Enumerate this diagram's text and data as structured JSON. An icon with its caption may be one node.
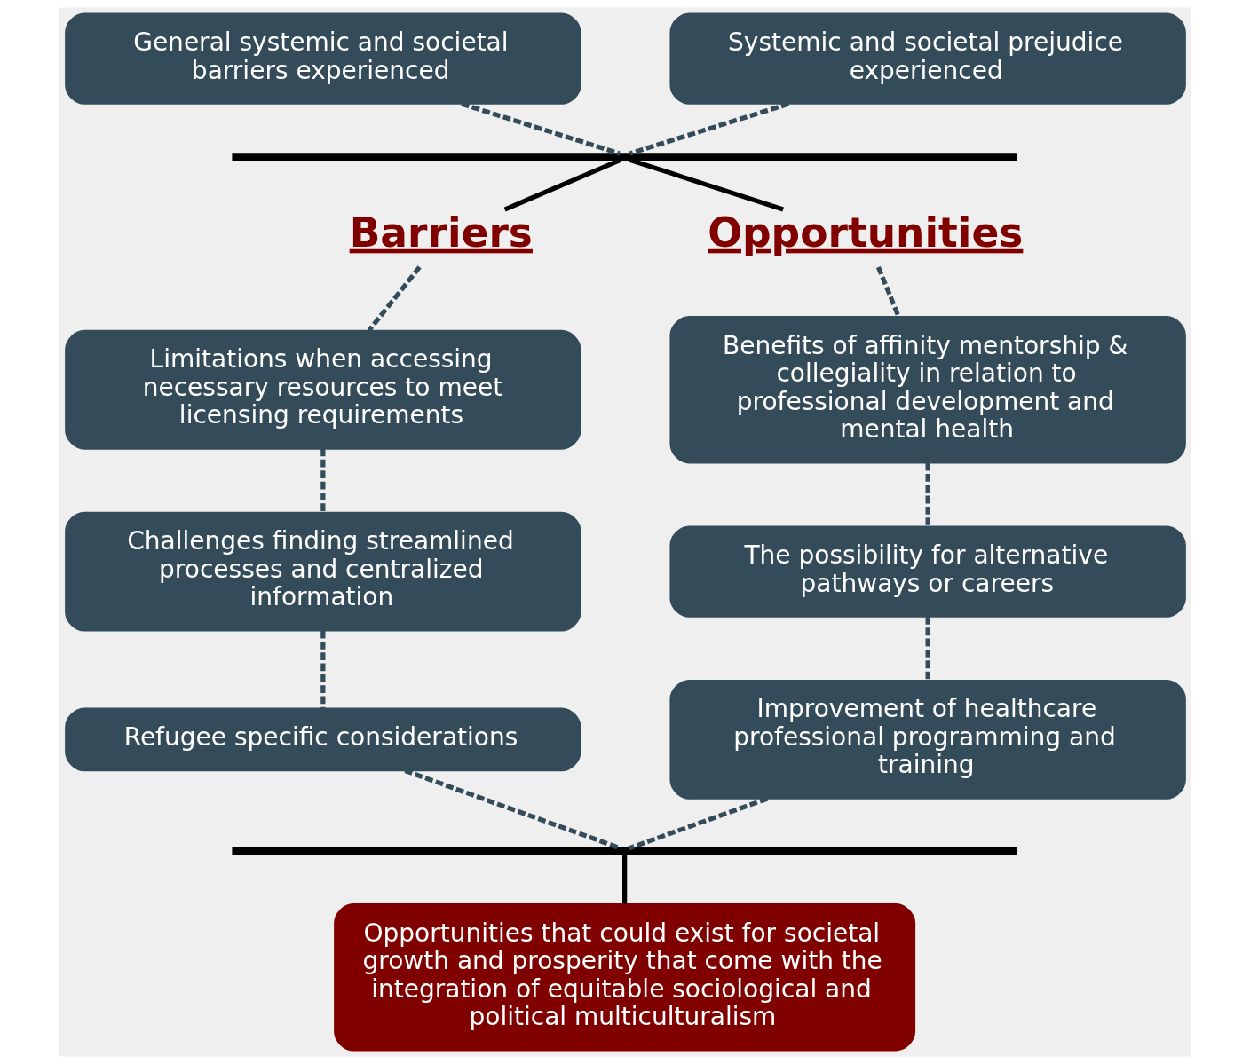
{
  "diagram": {
    "nodes": [
      {
        "text": [
          "General systemic and societal barriers experienced"
        ]
      },
      {
        "text": [
          "Systemic and societal prejudice experienced"
        ]
      },
      {
        "text": [],
        "shape": "bar"
      },
      {
        "text": [
          "Barriers"
        ]
      },
      {
        "text": [
          "Opportunities"
        ]
      },
      {
        "text": [
          "Limitations when accessing necessary resources to meet licensing requirements"
        ]
      },
      {
        "text": [
          "Challenges finding streamlined processes and centralized information"
        ]
      },
      {
        "text": [
          "Refugee specific considerations"
        ]
      },
      {
        "text": [
          "Benefits of affinity mentorship & collegiality in relation to professional development and mental health"
        ]
      },
      {
        "text": [
          "The possibility for alternative pathways or careers"
        ]
      },
      {
        "text": [
          "Improvement of healthcare professional programming and training"
        ]
      },
      {
        "text": [],
        "shape": "bar"
      },
      {
        "text": [
          "Opportunities that could exist for societal growth and prosperity that come with the integration of equitable sociological and political multiculturalism"
        ]
      }
    ],
    "edges": [
      {
        "from": 0,
        "to": 2,
        "arrow": "none",
        "style": "dashed"
      },
      {
        "from": 1,
        "to": 2,
        "arrow": "none",
        "style": "dashed"
      },
      {
        "from": 2,
        "to": 3,
        "arrow": "none",
        "color": "#000000"
      },
      {
        "from": 2,
        "to": 4,
        "arrow": "none",
        "color": "#000000"
      },
      {
        "from": 3,
        "to": 5,
        "arrow": "none",
        "style": "dashed"
      },
      {
        "from": 5,
        "to": 6,
        "arrow": "none",
        "style": "dashed"
      },
      {
        "from": 6,
        "to": 7,
        "arrow": "none",
        "style": "dashed"
      },
      {
        "from": 7,
        "to": 11,
        "arrow": "none",
        "style": "dashed"
      },
      {
        "from": 4,
        "to": 8,
        "arrow": "none",
        "style": "dashed"
      },
      {
        "from": 8,
        "to": 9,
        "arrow": "none",
        "style": "dashed"
      },
      {
        "from": 9,
        "to": 10,
        "arrow": "none",
        "style": "dashed"
      },
      {
        "from": 10,
        "to": 11,
        "arrow": "none",
        "style": "dashed"
      },
      {
        "from": 11,
        "to": 12,
        "arrow": "none",
        "color": "#000000"
      }
    ]
  }
}
